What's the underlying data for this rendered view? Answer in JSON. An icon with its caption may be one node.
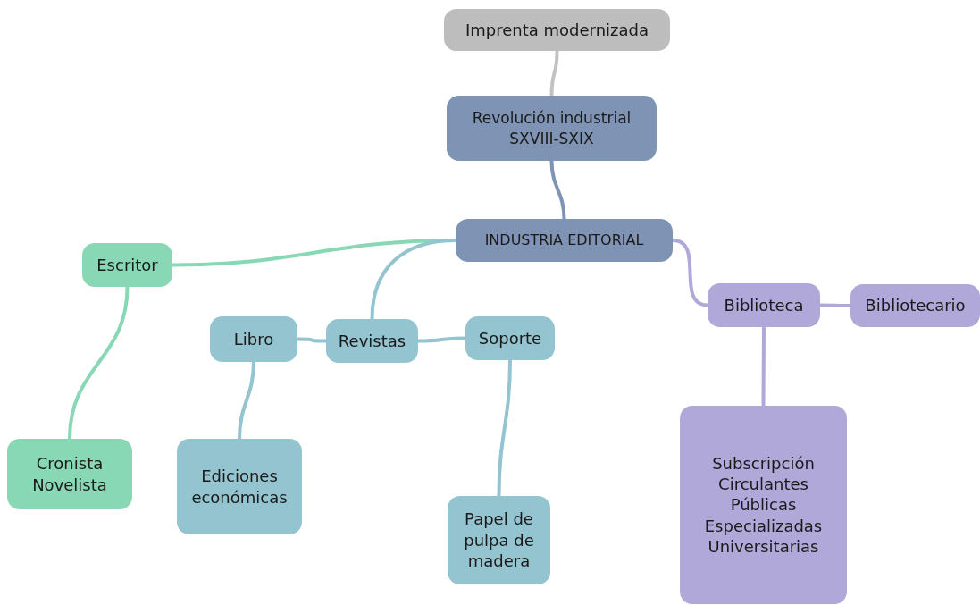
{
  "diagram": {
    "nodes": [
      {
        "text": [
          "Imprenta modernizada"
        ]
      },
      {
        "text": [
          "Revolución industrial SXVIII-SXIX"
        ]
      },
      {
        "text": [
          "INDUSTRIA EDITORIAL"
        ]
      },
      {
        "text": [
          "Escritor"
        ]
      },
      {
        "text": [
          "Cronista",
          "Novelista"
        ]
      },
      {
        "text": [
          "Libro"
        ]
      },
      {
        "text": [
          "Revistas"
        ]
      },
      {
        "text": [
          "Soporte"
        ]
      },
      {
        "text": [
          "Ediciones económicas"
        ]
      },
      {
        "text": [
          "Papel de pulpa de madera"
        ]
      },
      {
        "text": [
          "Biblioteca"
        ]
      },
      {
        "text": [
          "Bibliotecario"
        ]
      },
      {
        "text": [
          "Subscripción",
          "Circulantes",
          "Públicas",
          "Especializadas",
          "Universitarias"
        ]
      }
    ],
    "edges": [
      {
        "from": 0,
        "to": 1,
        "arrow": "none",
        "color": "#c2c2c2"
      },
      {
        "from": 1,
        "to": 2,
        "arrow": "none",
        "color": "#7f93b4"
      },
      {
        "from": 2,
        "to": 3,
        "arrow": "none",
        "color": "#88d8b6"
      },
      {
        "from": 2,
        "to": 6,
        "arrow": "none"
      },
      {
        "from": 6,
        "to": 5,
        "arrow": "none"
      },
      {
        "from": 6,
        "to": 7,
        "arrow": "none"
      },
      {
        "from": 5,
        "to": 8,
        "arrow": "none"
      },
      {
        "from": 7,
        "to": 9,
        "arrow": "none"
      },
      {
        "from": 3,
        "to": 4,
        "arrow": "none",
        "color": "#88d8b6"
      },
      {
        "from": 2,
        "to": 10,
        "arrow": "none",
        "color": "#b0a8d8"
      },
      {
        "from": 10,
        "to": 11,
        "arrow": "none",
        "color": "#b0a8d8"
      },
      {
        "from": 10,
        "to": 12,
        "arrow": "none",
        "color": "#b0a8d8"
      }
    ]
  }
}
